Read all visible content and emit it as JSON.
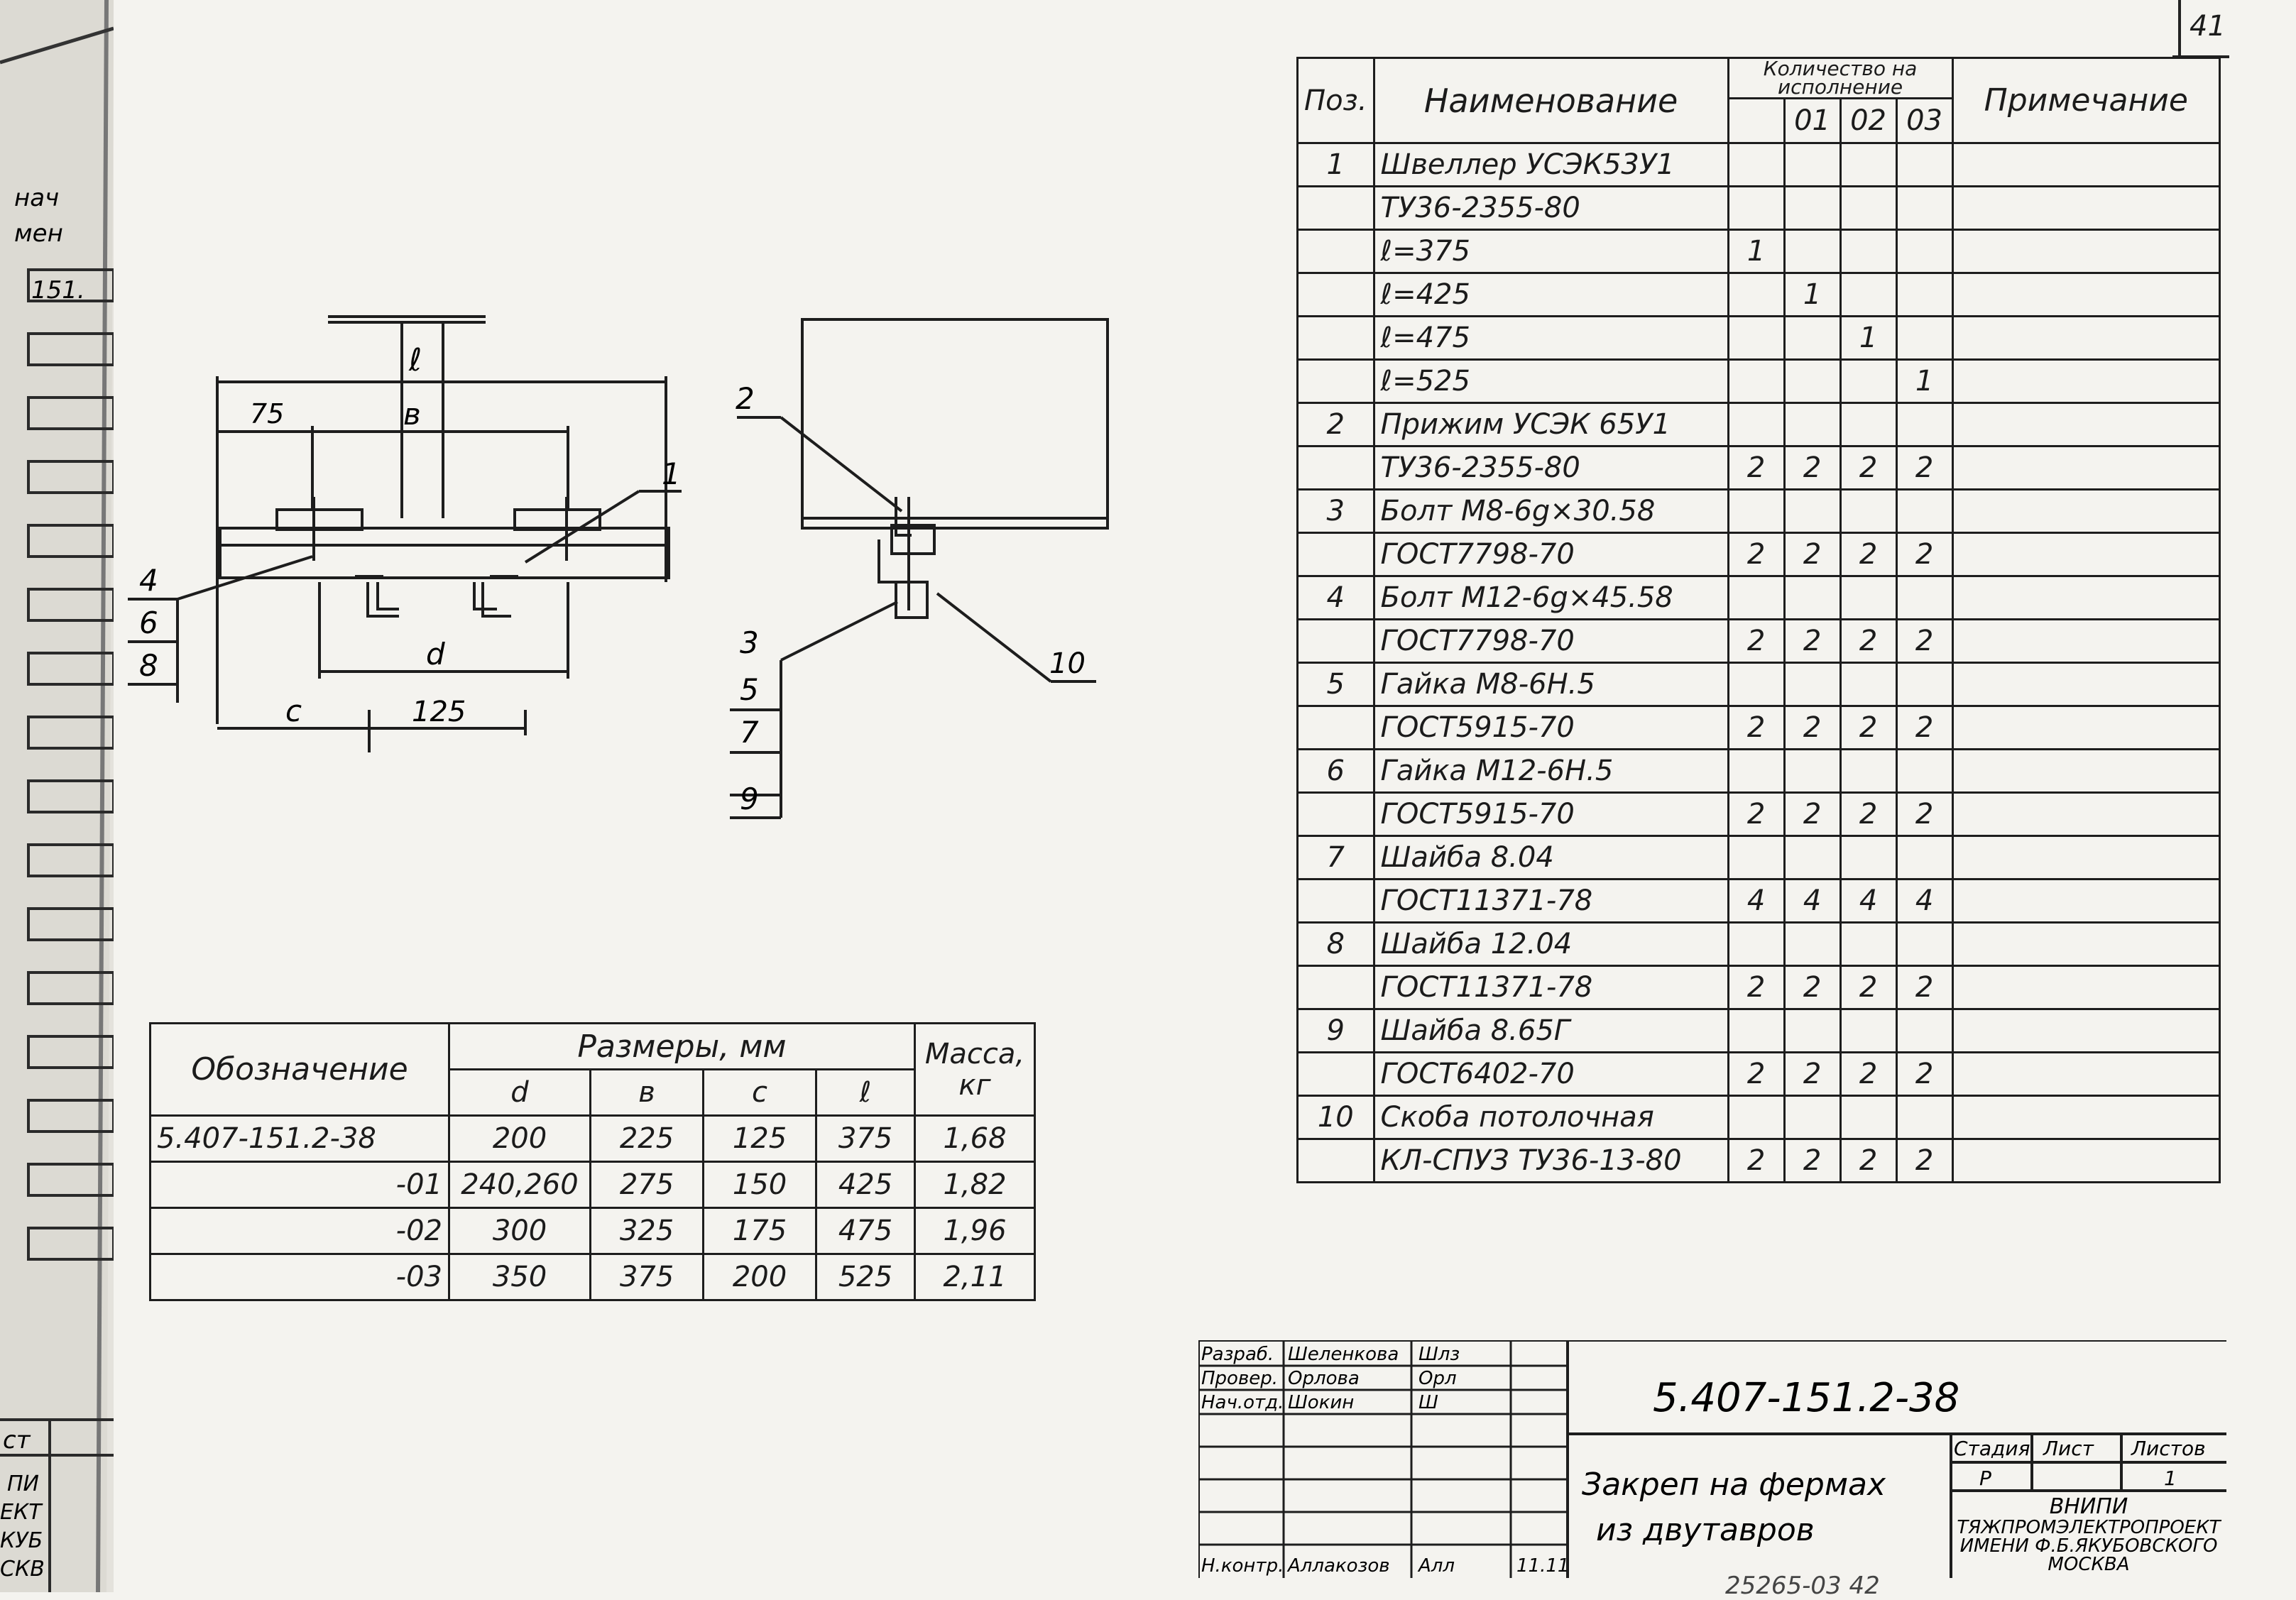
{
  "sheet_number": "41",
  "bottom_number": "25265-03 42",
  "binding": {
    "frag1": "нач",
    "frag2": "мен",
    "frag3": "151.",
    "frag4": "ст",
    "frag5": "ПИ",
    "frag6": "ЕКТ",
    "frag7": "КУБ",
    "frag8": "СКВ"
  },
  "drawing": {
    "dim_l": "ℓ",
    "dim_75": "75",
    "dim_b": "в",
    "dim_d": "d",
    "dim_c": "c",
    "dim_125": "125",
    "callout_1": "1",
    "callout_2": "2",
    "callout_10": "10",
    "left_callouts": [
      "4",
      "6",
      "8"
    ],
    "right_callouts": [
      "3",
      "5",
      "7",
      "9"
    ]
  },
  "spec_table": {
    "headers": {
      "pos": "Поз.",
      "name": "Наименование",
      "qty": "Количество на исполнение",
      "variants": [
        "",
        "01",
        "02",
        "03"
      ],
      "note": "Примечание"
    },
    "rows": [
      {
        "pos": "1",
        "name": "Швеллер УСЭК53У1",
        "q": [
          "",
          "",
          "",
          ""
        ]
      },
      {
        "pos": "",
        "name": "ТУ36-2355-80",
        "q": [
          "",
          "",
          "",
          ""
        ]
      },
      {
        "pos": "",
        "name": "ℓ=375",
        "q": [
          "1",
          "",
          "",
          ""
        ]
      },
      {
        "pos": "",
        "name": "ℓ=425",
        "q": [
          "",
          "1",
          "",
          ""
        ]
      },
      {
        "pos": "",
        "name": "ℓ=475",
        "q": [
          "",
          "",
          "1",
          ""
        ]
      },
      {
        "pos": "",
        "name": "ℓ=525",
        "q": [
          "",
          "",
          "",
          "1"
        ]
      },
      {
        "pos": "2",
        "name": "Прижим УСЭК 65У1",
        "q": [
          "",
          "",
          "",
          ""
        ]
      },
      {
        "pos": "",
        "name": "ТУ36-2355-80",
        "q": [
          "2",
          "2",
          "2",
          "2"
        ]
      },
      {
        "pos": "3",
        "name": "Болт М8-6g×30.58",
        "q": [
          "",
          "",
          "",
          ""
        ]
      },
      {
        "pos": "",
        "name": "ГОСТ7798-70",
        "q": [
          "2",
          "2",
          "2",
          "2"
        ]
      },
      {
        "pos": "4",
        "name": "Болт М12-6g×45.58",
        "q": [
          "",
          "",
          "",
          ""
        ]
      },
      {
        "pos": "",
        "name": "ГОСТ7798-70",
        "q": [
          "2",
          "2",
          "2",
          "2"
        ]
      },
      {
        "pos": "5",
        "name": "Гайка М8-6Н.5",
        "q": [
          "",
          "",
          "",
          ""
        ]
      },
      {
        "pos": "",
        "name": "ГОСТ5915-70",
        "q": [
          "2",
          "2",
          "2",
          "2"
        ]
      },
      {
        "pos": "6",
        "name": "Гайка М12-6Н.5",
        "q": [
          "",
          "",
          "",
          ""
        ]
      },
      {
        "pos": "",
        "name": "ГОСТ5915-70",
        "q": [
          "2",
          "2",
          "2",
          "2"
        ]
      },
      {
        "pos": "7",
        "name": "Шайба 8.04",
        "q": [
          "",
          "",
          "",
          ""
        ]
      },
      {
        "pos": "",
        "name": "ГОСТ11371-78",
        "q": [
          "4",
          "4",
          "4",
          "4"
        ]
      },
      {
        "pos": "8",
        "name": "Шайба 12.04",
        "q": [
          "",
          "",
          "",
          ""
        ]
      },
      {
        "pos": "",
        "name": "ГОСТ11371-78",
        "q": [
          "2",
          "2",
          "2",
          "2"
        ]
      },
      {
        "pos": "9",
        "name": "Шайба 8.65Г",
        "q": [
          "",
          "",
          "",
          ""
        ]
      },
      {
        "pos": "",
        "name": "ГОСТ6402-70",
        "q": [
          "2",
          "2",
          "2",
          "2"
        ]
      },
      {
        "pos": "10",
        "name": "Скоба потолочная",
        "q": [
          "",
          "",
          "",
          ""
        ]
      },
      {
        "pos": "",
        "name": "КЛ-СПУЗ ТУ36-13-80",
        "q": [
          "2",
          "2",
          "2",
          "2"
        ]
      }
    ]
  },
  "dims_table": {
    "headers": {
      "designation": "Обозначение",
      "sizes": "Размеры, мм",
      "mass": "Масса, кг",
      "cols": [
        "d",
        "в",
        "c",
        "ℓ"
      ]
    },
    "rows": [
      {
        "des": "5.407-151.2-38",
        "d": "200",
        "b": "225",
        "c": "125",
        "l": "375",
        "m": "1,68"
      },
      {
        "des": "-01",
        "d": "240,260",
        "b": "275",
        "c": "150",
        "l": "425",
        "m": "1,82"
      },
      {
        "des": "-02",
        "d": "300",
        "b": "325",
        "c": "175",
        "l": "475",
        "m": "1,96"
      },
      {
        "des": "-03",
        "d": "350",
        "b": "375",
        "c": "200",
        "l": "525",
        "m": "2,11"
      }
    ]
  },
  "title_block": {
    "roles": [
      "Разраб.",
      "Провер.",
      "Нач.отд.",
      "Н.контр."
    ],
    "names": [
      "Шеленкова",
      "Орлова",
      "Шокин",
      "Аллакозов"
    ],
    "signatures": [
      "Шлз",
      "Орл",
      "Ш",
      "Алл"
    ],
    "dates": [
      "",
      "",
      "",
      "11.11"
    ],
    "doc_code": "5.407-151.2-38",
    "title_line1": "Закреп на фермах",
    "title_line2": "из двутавров",
    "stage_label": "Стадия",
    "sheet_label": "Лист",
    "sheets_label": "Листов",
    "stage": "Р",
    "sheets": "1",
    "org_line1": "ВНИПИ",
    "org_line2": "ТЯЖПРОМЭЛЕКТРОПРОЕКТ",
    "org_line3": "ИМЕНИ Ф.Б.ЯКУБОВСКОГО",
    "org_line4": "МОСКВА"
  }
}
